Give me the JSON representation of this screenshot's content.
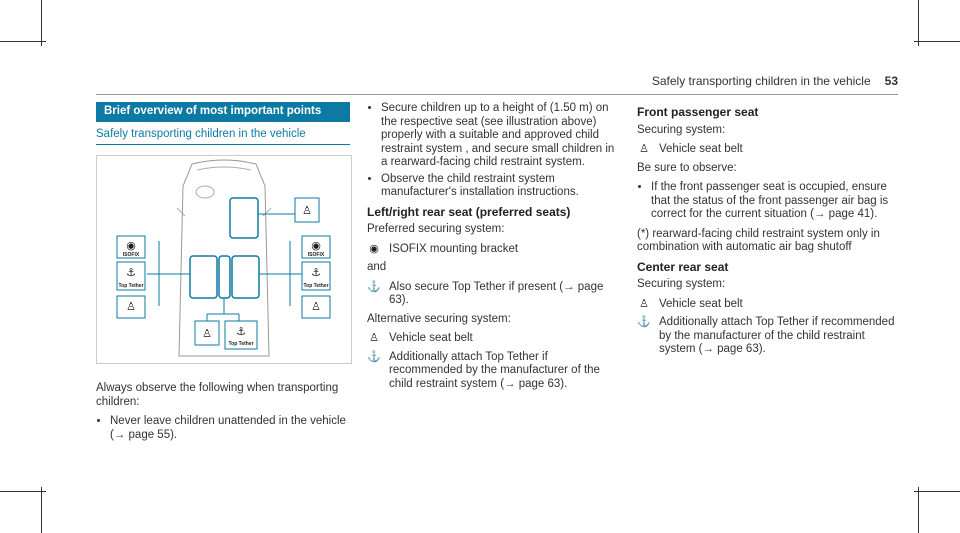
{
  "header": {
    "title": "Safely transporting children in the vehicle",
    "page": "53"
  },
  "col1": {
    "section_title": "Brief overview of most important points",
    "subheading": "Safely transporting children in the vehicle",
    "figure_labels": {
      "isofix": "ISOFIX",
      "top_tether": "Top Tether"
    },
    "intro": "Always observe the following when transporting children:",
    "bullets": [
      "Never leave children unattended in the vehicle (→ page 55)."
    ]
  },
  "col2": {
    "bullets": [
      "Secure children up to a height of (1.50 m) on the respective seat (see illustration above) properly with a suitable and approved child restraint system , and secure small children in a rearward-facing child restraint system.",
      "Observe the child restraint system manufacturer's installation instructions."
    ],
    "heading": "Left/right rear seat (preferred seats)",
    "preferred": "Preferred securing system:",
    "isofix_text": "ISOFIX mounting bracket",
    "and": "and",
    "tether_text": "Also secure Top Tether if present (→ page 63).",
    "alternative": "Alternative securing system:",
    "belt_text": "Vehicle seat belt",
    "additional_text": "Additionally attach Top Tether if recommended by the manufacturer of the child restraint system (→ page 63)."
  },
  "col3": {
    "heading_front": "Front passenger seat",
    "securing": "Securing system:",
    "belt_text": "Vehicle seat belt",
    "observe": "Be sure to observe:",
    "bullets": [
      "If the front passenger seat is occupied, ensure that the status of the front passenger air bag is correct for the current situation (→ page 41)."
    ],
    "note": "(*) rearward-facing child restraint system only in combination with automatic air bag shutoff",
    "heading_center": "Center rear seat",
    "securing2": "Securing system:",
    "belt_text2": "Vehicle seat belt",
    "additional_text": "Additionally attach Top Tether if recommended by the manufacturer of the child restraint system (→ page 63)."
  },
  "icons": {
    "isofix": "isofix-icon",
    "belt": "seat-belt-icon",
    "tether": "top-tether-icon"
  },
  "colors": {
    "accent": "#0d7aa4",
    "text": "#333333"
  }
}
